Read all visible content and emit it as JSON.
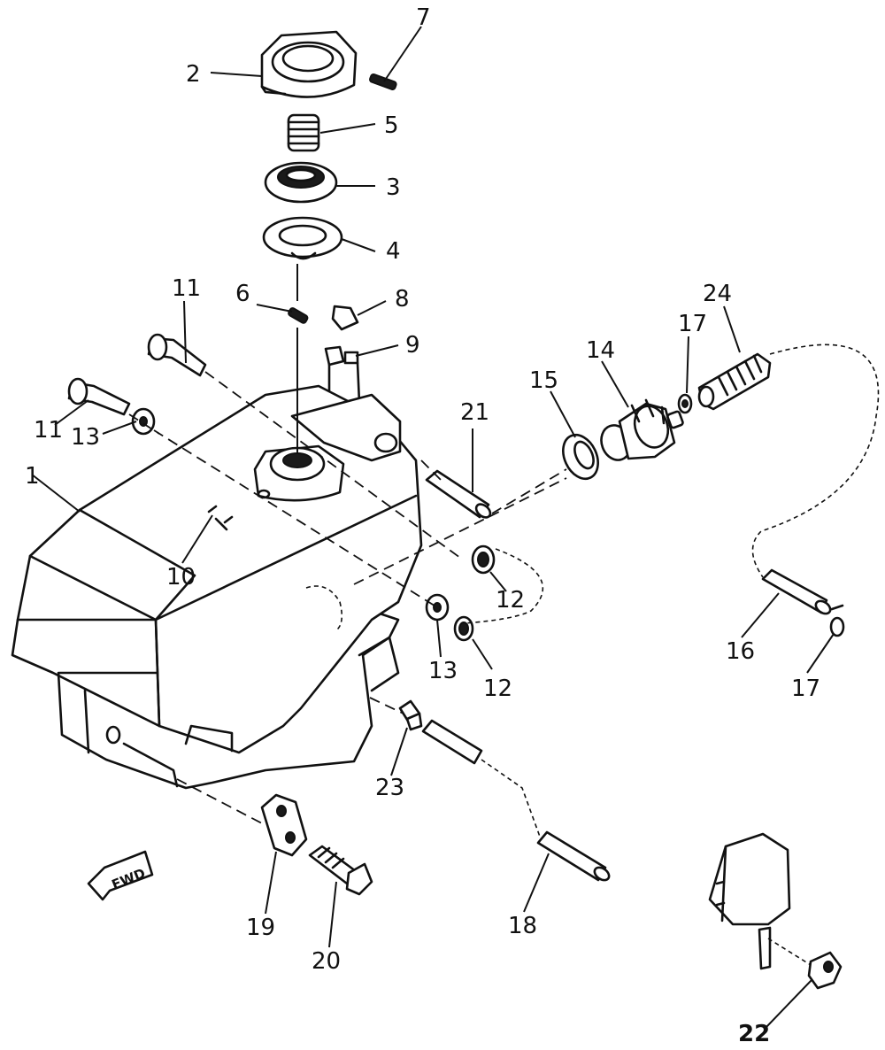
{
  "diagram": {
    "callouts": [
      {
        "id": "c1",
        "text": "1"
      },
      {
        "id": "c2",
        "text": "2"
      },
      {
        "id": "c3",
        "text": "3"
      },
      {
        "id": "c4",
        "text": "4"
      },
      {
        "id": "c5",
        "text": "5"
      },
      {
        "id": "c6",
        "text": "6"
      },
      {
        "id": "c7",
        "text": "7"
      },
      {
        "id": "c8",
        "text": "8"
      },
      {
        "id": "c9",
        "text": "9"
      },
      {
        "id": "c10",
        "text": "10"
      },
      {
        "id": "c11a",
        "text": "11"
      },
      {
        "id": "c11b",
        "text": "11"
      },
      {
        "id": "c12a",
        "text": "12"
      },
      {
        "id": "c12b",
        "text": "12"
      },
      {
        "id": "c13a",
        "text": "13"
      },
      {
        "id": "c13b",
        "text": "13"
      },
      {
        "id": "c14",
        "text": "14"
      },
      {
        "id": "c15",
        "text": "15"
      },
      {
        "id": "c16",
        "text": "16"
      },
      {
        "id": "c17a",
        "text": "17"
      },
      {
        "id": "c17b",
        "text": "17"
      },
      {
        "id": "c18",
        "text": "18"
      },
      {
        "id": "c19",
        "text": "19"
      },
      {
        "id": "c20",
        "text": "20"
      },
      {
        "id": "c21",
        "text": "21"
      },
      {
        "id": "c22",
        "text": "22"
      },
      {
        "id": "c23",
        "text": "23"
      },
      {
        "id": "c24",
        "text": "24"
      }
    ],
    "fwd_label": "FWD"
  }
}
